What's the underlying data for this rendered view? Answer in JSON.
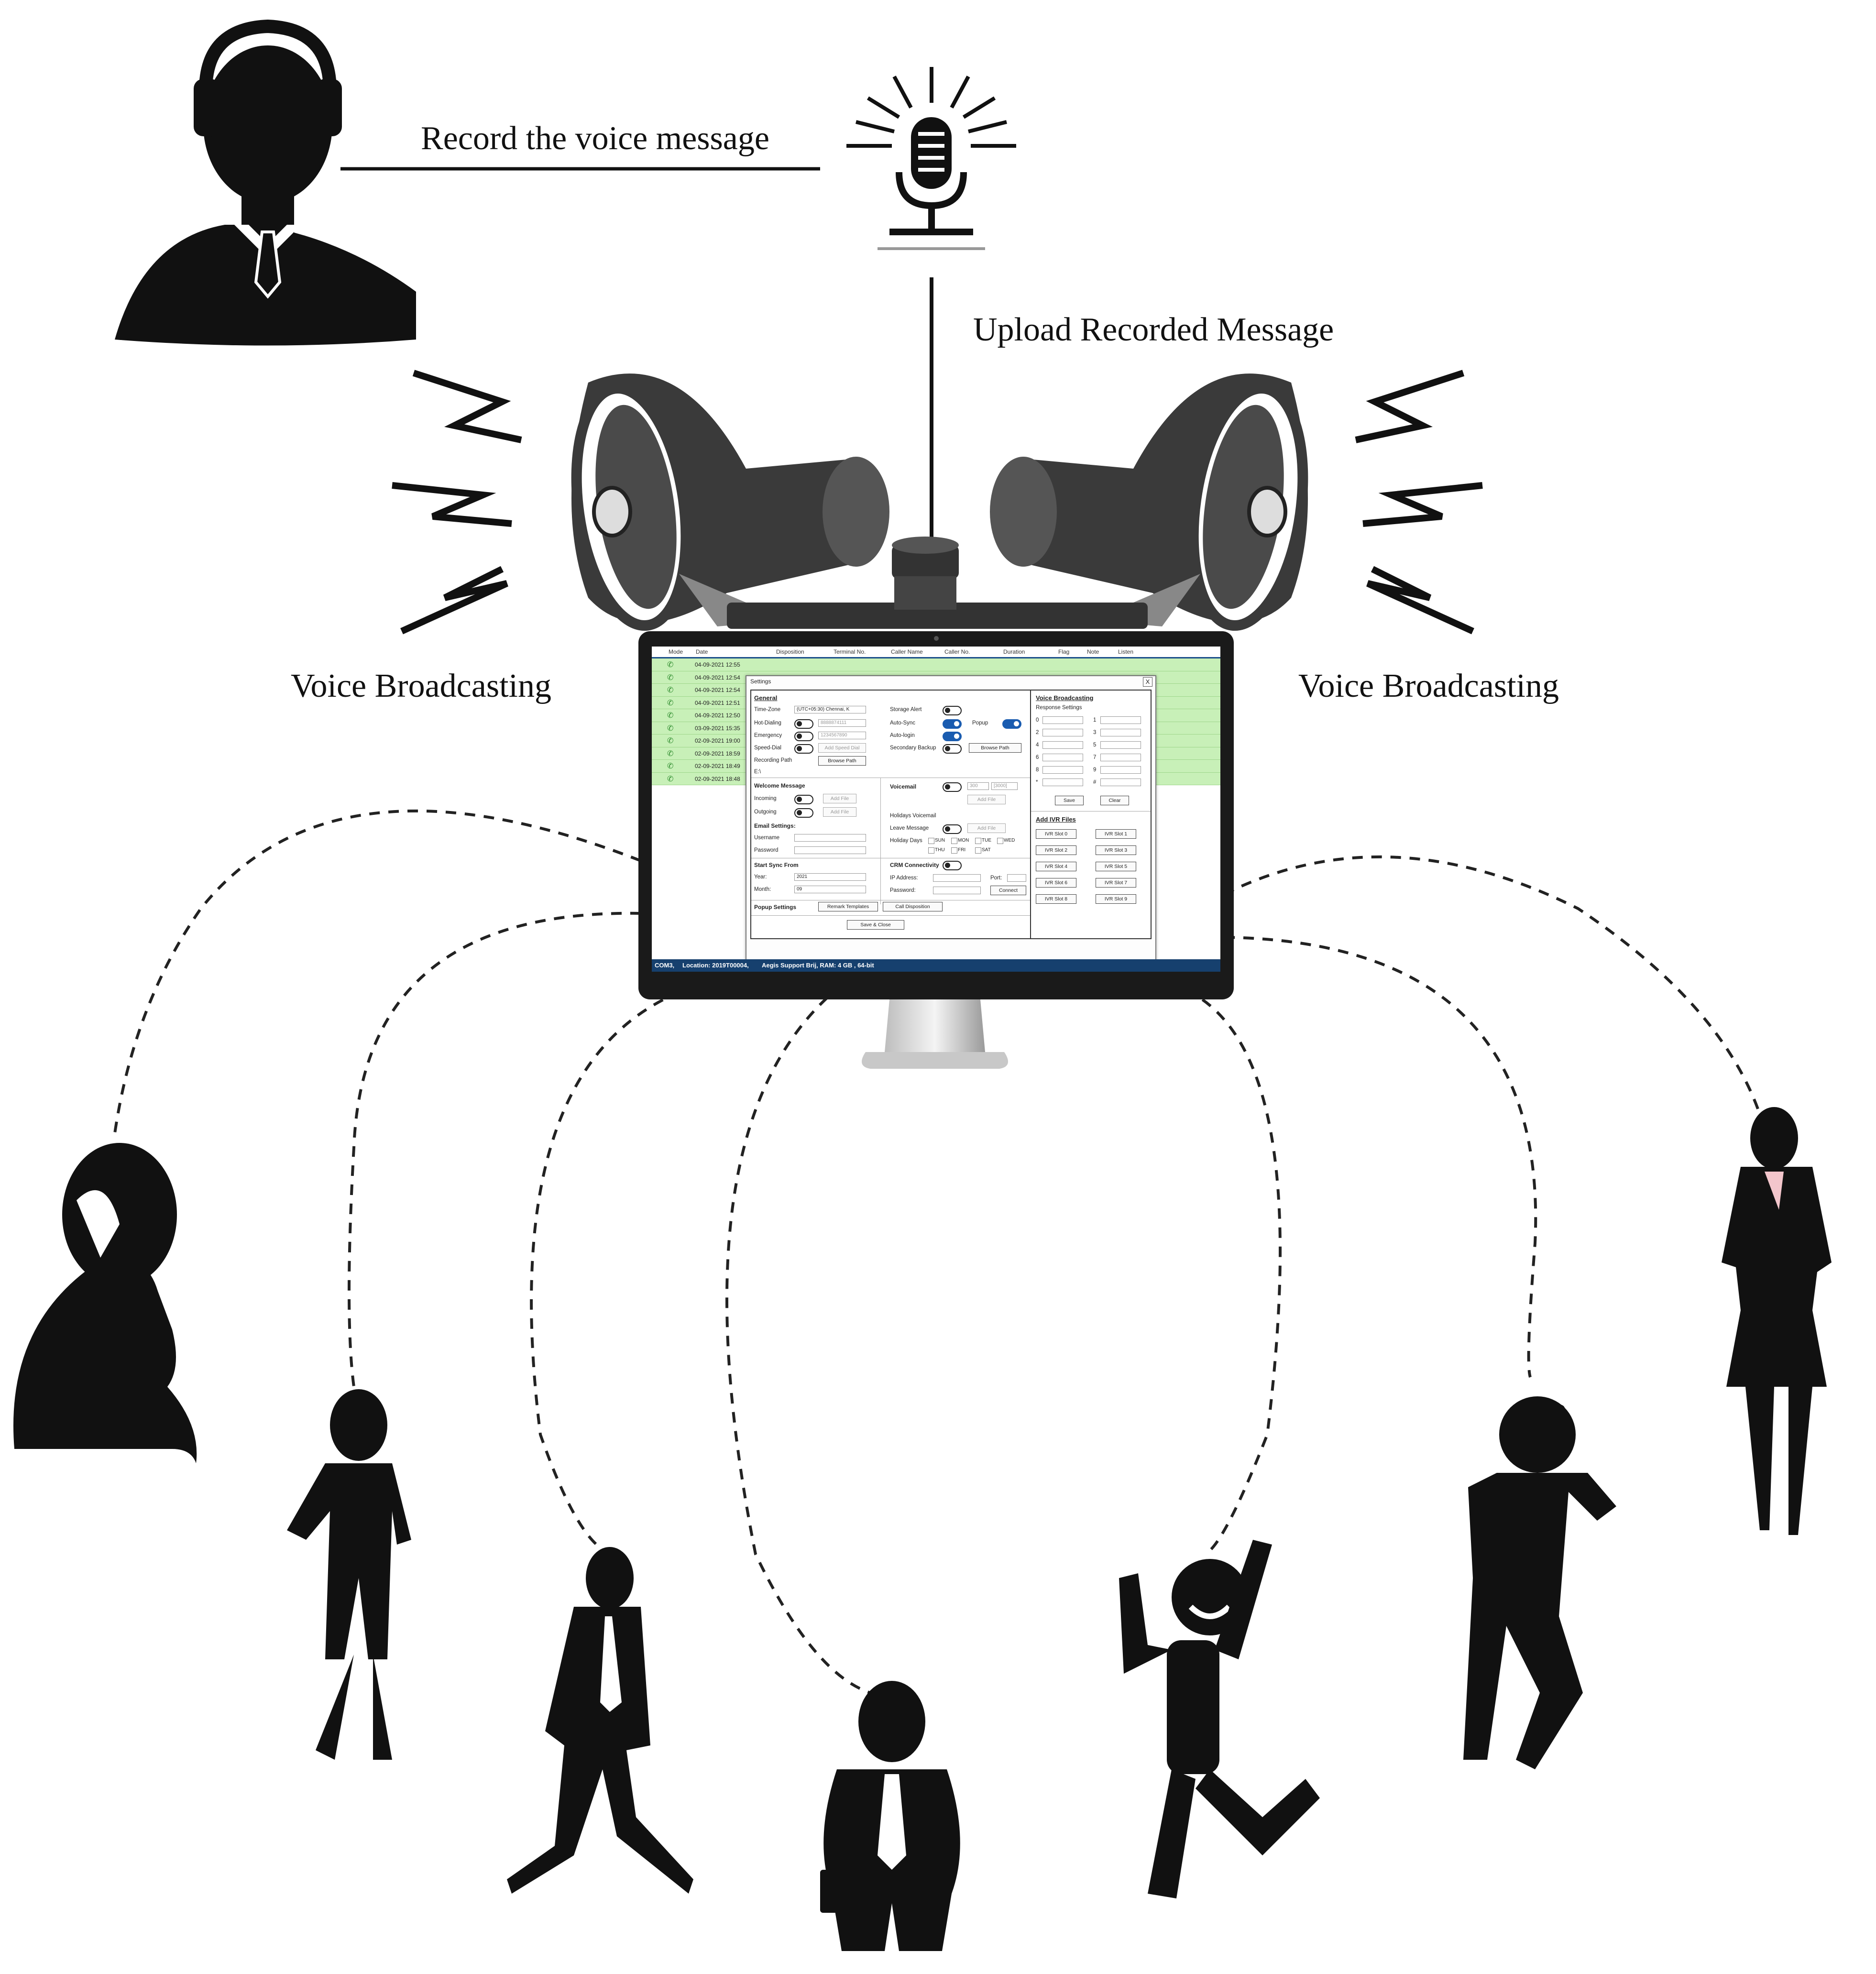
{
  "labels": {
    "record": "Record the voice message",
    "upload": "Upload Recorded Message",
    "broadcast_left": "Voice Broadcasting",
    "broadcast_right": "Voice Broadcasting"
  },
  "icons": [
    "headset-agent-icon",
    "microphone-icon",
    "megaphone-icon",
    "sound-wave-icon",
    "monitor-icon",
    "person-on-phone-icon"
  ],
  "app": {
    "table_headers": [
      "Mode",
      "Date",
      "Disposition",
      "Terminal No.",
      "Caller Name",
      "Caller No.",
      "Duration",
      "Flag",
      "Note",
      "Listen"
    ],
    "rows": [
      {
        "date": "04-09-2021 12:55"
      },
      {
        "date": "04-09-2021 12:54"
      },
      {
        "date": "04-09-2021 12:54"
      },
      {
        "date": "04-09-2021 12:51"
      },
      {
        "date": "04-09-2021 12:50"
      },
      {
        "date": "03-09-2021 15:35"
      },
      {
        "date": "02-09-2021 19:00"
      },
      {
        "date": "02-09-2021 18:59"
      },
      {
        "date": "02-09-2021 18:49"
      },
      {
        "date": "02-09-2021 18:48"
      }
    ],
    "status": {
      "com": "COM3,",
      "location": "Location: 2019T00004,",
      "support": "Aegis Support Brij, RAM: 4 GB , 64-bit"
    }
  },
  "settings": {
    "title": "Settings",
    "close": "X",
    "general": {
      "heading": "General",
      "timezone_label": "Time-Zone",
      "timezone_value": "(UTC+05:30) Chennai, K",
      "hot_dialing": "Hot-Dialing",
      "hot_dialing_value": "8888874111",
      "emergency": "Emergency",
      "emergency_value": "1234567890",
      "speed_dial": "Speed-Dial",
      "add_speed_dial": "Add Speed Dial",
      "recording_path": "Recording Path",
      "browse_path": "Browse Path",
      "recording_path_value": "E:\\",
      "storage_alert": "Storage Alert",
      "auto_sync": "Auto-Sync",
      "popup": "Popup",
      "auto_login": "Auto-login",
      "secondary_backup": "Secondary Backup",
      "browse_path_2": "Browse Path"
    },
    "welcome": {
      "heading": "Welcome Message",
      "incoming": "Incoming",
      "outgoing": "Outgoing",
      "add_file": "Add File",
      "add_file_2": "Add File"
    },
    "voicemail": {
      "heading": "Voicemail",
      "field1": "300",
      "field2": "[3000]",
      "add_file": "Add File",
      "holidays": "Holidays Voicemail",
      "leave_message": "Leave Message",
      "add_file_2": "Add File",
      "holiday_days": "Holiday Days",
      "days": [
        "SUN",
        "MON",
        "TUE",
        "WED",
        "THU",
        "FRI",
        "SAT"
      ]
    },
    "email": {
      "heading": "Email Settings:",
      "username": "Username",
      "password": "Password"
    },
    "sync": {
      "heading": "Start Sync From",
      "year": "Year:",
      "year_value": "2021",
      "month": "Month:",
      "month_value": "09"
    },
    "crm": {
      "heading": "CRM Connectivity",
      "ip": "IP Address:",
      "port": "Port:",
      "password": "Password:",
      "connect": "Connect"
    },
    "popup_settings": {
      "heading": "Popup Settings",
      "remark": "Remark Templates",
      "disposition": "Call Disposition"
    },
    "save_close": "Save & Close",
    "voice_broadcasting": {
      "heading": "Voice Broadcasting",
      "response": "Response Settings",
      "keys": [
        "0",
        "1",
        "2",
        "3",
        "4",
        "5",
        "6",
        "7",
        "8",
        "9",
        "*",
        "#"
      ],
      "save": "Save",
      "clear": "Clear",
      "ivr_heading": "Add IVR Files",
      "slots": [
        "IVR Slot 0",
        "IVR Slot 1",
        "IVR Slot 2",
        "IVR Slot 3",
        "IVR Slot 4",
        "IVR Slot 5",
        "IVR Slot 6",
        "IVR Slot 7",
        "IVR Slot 8",
        "IVR Slot 9"
      ]
    }
  },
  "colors": {
    "row_green": "#c8f0b8",
    "status_blue": "#16406e",
    "toggle_blue": "#1a5cb0",
    "silhouette": "#111111"
  }
}
